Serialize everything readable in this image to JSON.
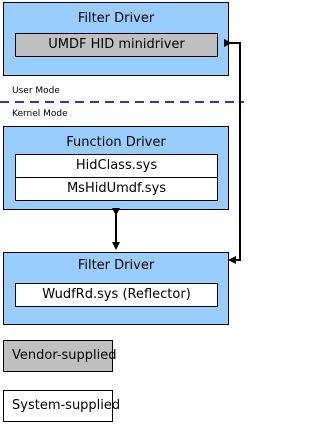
{
  "top_panel": {
    "title": "Filter Driver",
    "inner": "UMDF HID minidriver"
  },
  "user_mode_label": "User Mode",
  "kernel_mode_label": "Kernel Mode",
  "function_panel": {
    "title": "Function Driver",
    "items": [
      "HidClass.sys",
      "MsHidUmdf.sys"
    ]
  },
  "bottom_panel": {
    "title": "Filter Driver",
    "inner": "WudfRd.sys (Reflector)"
  },
  "legend": {
    "vendor": "Vendor-supplied",
    "system": "System-supplied"
  },
  "colors": {
    "panel_fill": "#99ccff",
    "vendor_fill": "#c0c0c0",
    "system_fill": "#ffffff",
    "boundary_line": "#3333cc"
  }
}
